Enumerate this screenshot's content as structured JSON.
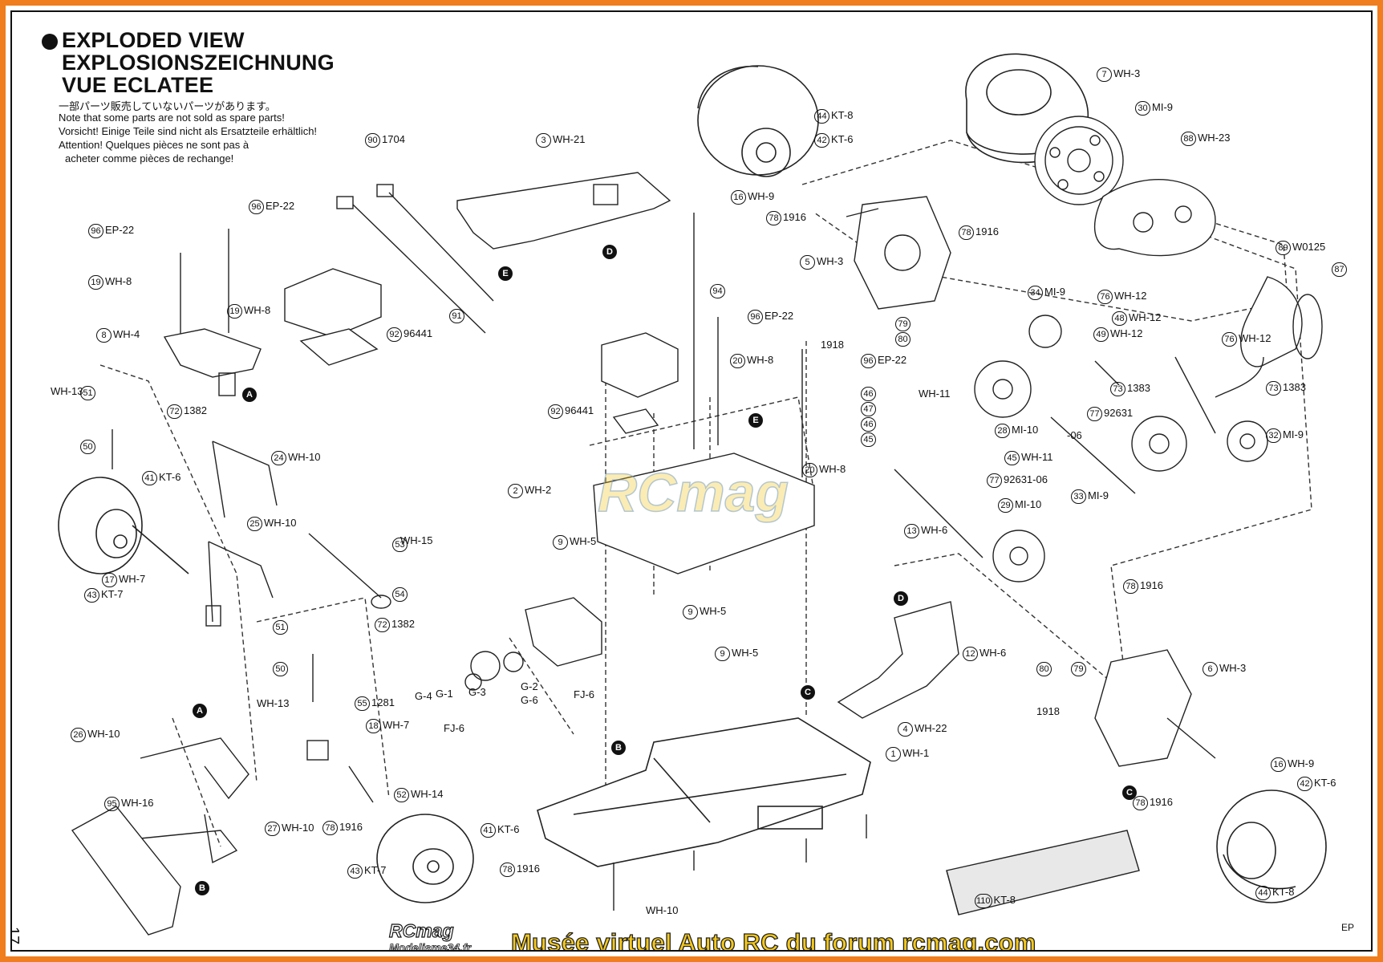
{
  "heading": {
    "line1": "EXPLODED VIEW",
    "line2": "EXPLOSIONSZEICHNUNG",
    "line3": "VUE ECLATEE"
  },
  "notes": {
    "jp": "一部パーツ販売していないパーツがあります。",
    "en": "Note that some parts are not sold as spare parts!",
    "de": "Vorsicht!  Einige Teile sind nicht als Ersatzteile erhältlich!",
    "fr1": "Attention!  Quelques pièces ne sont pas à",
    "fr2": "acheter comme pièces de rechange!"
  },
  "labels": [
    {
      "n": "90",
      "t": "1704"
    },
    {
      "n": "3",
      "t": "WH-21"
    },
    {
      "n": "44",
      "t": "KT-8"
    },
    {
      "n": "42",
      "t": "KT-6"
    },
    {
      "n": "7",
      "t": "WH-3"
    },
    {
      "n": "30",
      "t": "MI-9"
    },
    {
      "n": "88",
      "t": "WH-23"
    },
    {
      "n": "96",
      "t": "EP-22"
    },
    {
      "n": "96",
      "t": "EP-22"
    },
    {
      "n": "16",
      "t": "WH-9"
    },
    {
      "n": "78",
      "t": "1916"
    },
    {
      "n": "78",
      "t": "1916"
    },
    {
      "n": "5",
      "t": "WH-3"
    },
    {
      "n": "89",
      "t": "W0125"
    },
    {
      "n": "87",
      "t": ""
    },
    {
      "n": "19",
      "t": "WH-8"
    },
    {
      "n": "19",
      "t": "WH-8"
    },
    {
      "n": "91",
      "t": ""
    },
    {
      "n": "94",
      "t": ""
    },
    {
      "n": "34",
      "t": "MI-9"
    },
    {
      "n": "76",
      "t": "WH-12"
    },
    {
      "n": "48",
      "t": "WH-12"
    },
    {
      "n": "8",
      "t": "WH-4"
    },
    {
      "n": "92",
      "t": "96441"
    },
    {
      "n": "96",
      "t": "EP-22"
    },
    {
      "n": "79",
      "t": ""
    },
    {
      "n": "80",
      "t": ""
    },
    {
      "n": "49",
      "t": "WH-12"
    },
    {
      "n": "76",
      "t": "WH-12"
    },
    {
      "n": "20",
      "t": "WH-8"
    },
    {
      "n": "96",
      "t": "EP-22"
    },
    {
      "n": "73",
      "t": "1383"
    },
    {
      "n": "73",
      "t": "1383"
    },
    {
      "n": "51",
      "t": ""
    },
    {
      "n": "72",
      "t": "1382"
    },
    {
      "n": "46",
      "t": ""
    },
    {
      "n": "47",
      "t": ""
    },
    {
      "n": "46",
      "t": ""
    },
    {
      "n": "45",
      "t": ""
    },
    {
      "n": "92",
      "t": "96441"
    },
    {
      "n": "77",
      "t": "92631"
    },
    {
      "n": "28",
      "t": "MI-10"
    },
    {
      "n": "32",
      "t": "MI-9"
    },
    {
      "n": "50",
      "t": ""
    },
    {
      "n": "24",
      "t": "WH-10"
    },
    {
      "n": "20",
      "t": "WH-8"
    },
    {
      "n": "45",
      "t": "WH-11"
    },
    {
      "n": "41",
      "t": "KT-6"
    },
    {
      "n": "2",
      "t": "WH-2"
    },
    {
      "n": "77",
      "t": "92631-06"
    },
    {
      "n": "33",
      "t": "MI-9"
    },
    {
      "n": "29",
      "t": "MI-10"
    },
    {
      "n": "25",
      "t": "WH-10"
    },
    {
      "n": "53",
      "t": ""
    },
    {
      "n": "9",
      "t": "WH-5"
    },
    {
      "n": "13",
      "t": "WH-6"
    },
    {
      "n": "17",
      "t": "WH-7"
    },
    {
      "n": "54",
      "t": ""
    },
    {
      "n": "78",
      "t": "1916"
    },
    {
      "n": "43",
      "t": "KT-7"
    },
    {
      "n": "9",
      "t": "WH-5"
    },
    {
      "n": "51",
      "t": ""
    },
    {
      "n": "72",
      "t": "1382"
    },
    {
      "n": "12",
      "t": "WH-6"
    },
    {
      "n": "50",
      "t": ""
    },
    {
      "n": "9",
      "t": "WH-5"
    },
    {
      "n": "80",
      "t": ""
    },
    {
      "n": "79",
      "t": ""
    },
    {
      "n": "6",
      "t": "WH-3"
    },
    {
      "n": "55",
      "t": "1281"
    },
    {
      "n": "18",
      "t": "WH-7"
    },
    {
      "n": "4",
      "t": "WH-22"
    },
    {
      "n": "26",
      "t": "WH-10"
    },
    {
      "n": "16",
      "t": "WH-9"
    },
    {
      "n": "1",
      "t": "WH-1"
    },
    {
      "n": "42",
      "t": "KT-6"
    },
    {
      "n": "52",
      "t": "WH-14"
    },
    {
      "n": "95",
      "t": "WH-16"
    },
    {
      "n": "78",
      "t": "1916"
    },
    {
      "n": "78",
      "t": "1916"
    },
    {
      "n": "27",
      "t": "WH-10"
    },
    {
      "n": "41",
      "t": "KT-6"
    },
    {
      "n": "43",
      "t": "KT-7"
    },
    {
      "n": "78",
      "t": "1916"
    },
    {
      "n": "110",
      "t": "KT-8"
    },
    {
      "n": "44",
      "t": "KT-8"
    }
  ],
  "plain_texts": [
    "WH-13",
    "WH-15",
    "WH-11",
    "1918",
    "1918",
    "-06",
    "WH-13",
    "G-4",
    "G-1",
    "G-3",
    "G-2",
    "G-6",
    "FJ-6",
    "FJ-6",
    "WH-10"
  ],
  "markers": [
    "A",
    "A",
    "B",
    "B",
    "C",
    "C",
    "D",
    "D",
    "E",
    "E"
  ],
  "page_number": "17",
  "ep_mark": "EP",
  "watermark": "RCmag",
  "logo_rcmag": "RCmag",
  "logo_modelisme": "Modelisme34.fr",
  "museum_caption": "Musée virtuel Auto RC du forum rcmag.com",
  "colors": {
    "frame": "#f07d1e",
    "caption_fill": "#f4c81c",
    "ink": "#111111"
  }
}
